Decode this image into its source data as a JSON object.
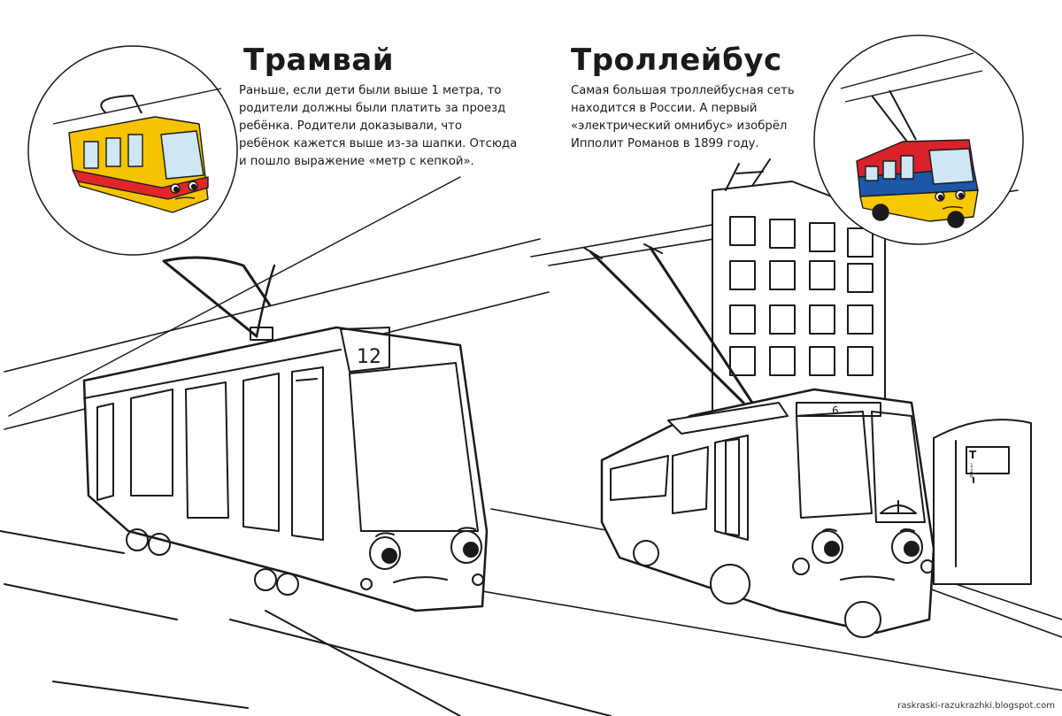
{
  "tram": {
    "title": "Трамвай",
    "description_lines": [
      "Раньше, если дети были выше 1 метра, то",
      "родители должны были платить за проезд",
      "ребёнка. Родители доказывали, что",
      "ребёнок кажется выше из-за шапки. Отсюда",
      "и пошло выражение «метр с кепкой»."
    ],
    "route_number": "12",
    "colors": {
      "body": "#f5c400",
      "stripe": "#e0262b",
      "window": "#cfe6f5"
    }
  },
  "trolleybus": {
    "title": "Троллейбус",
    "description_lines": [
      "Самая большая троллейбусная сеть",
      "находится в России. А первый",
      "«электрический омнибус» изобрёл",
      "Ипполит Романов в 1899 году."
    ],
    "route_number": "6",
    "colors": {
      "top": "#d8232a",
      "middle": "#1e56a8",
      "bottom": "#f6c800",
      "window": "#cfe6f5"
    }
  },
  "stop_sign": {
    "letter": "T",
    "rows": [
      "1",
      "2",
      "6"
    ]
  },
  "credit": "raskraski-razukrazhki.blogspot.com"
}
